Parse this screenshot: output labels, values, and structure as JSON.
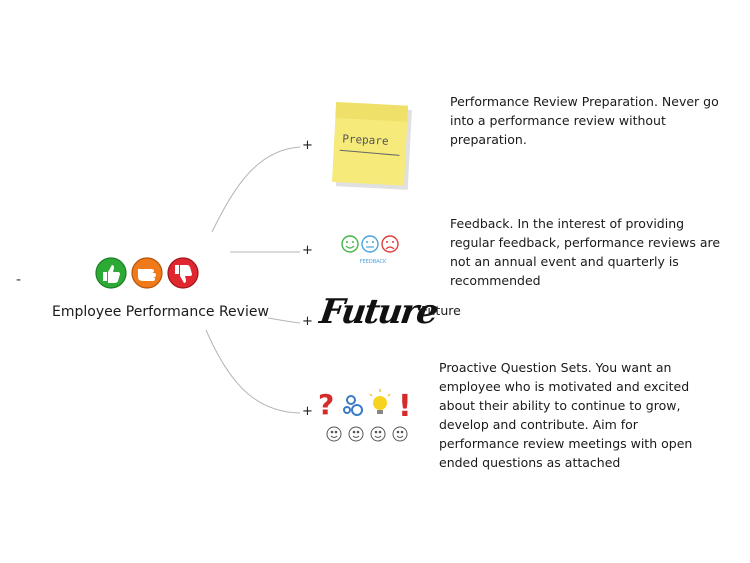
{
  "central": {
    "collapse_toggle": "-",
    "title": "Employee Performance Review"
  },
  "branches": [
    {
      "expand": "+",
      "image_label": "Prepare",
      "text": "Performance Review Preparation. Never go into a performance review without preparation."
    },
    {
      "expand": "+",
      "image_label": "FEEDBACK",
      "text": "Feedback. In the interest of providing regular feedback, performance reviews are not an annual event and quarterly is recommended"
    },
    {
      "expand": "+",
      "image_label": "Future",
      "text": "Future"
    },
    {
      "expand": "+",
      "text": "Proactive Question Sets. You want an employee who is motivated and excited about their ability to continue to grow, develop and contribute. Aim for performance review meetings with open ended questions as attached"
    }
  ],
  "colors": {
    "connector": "#b5b5b5",
    "thumb_up": "#2da936",
    "neutral": "#f07a1a",
    "thumb_down": "#e02730",
    "sticky": "#f5ea7a"
  }
}
